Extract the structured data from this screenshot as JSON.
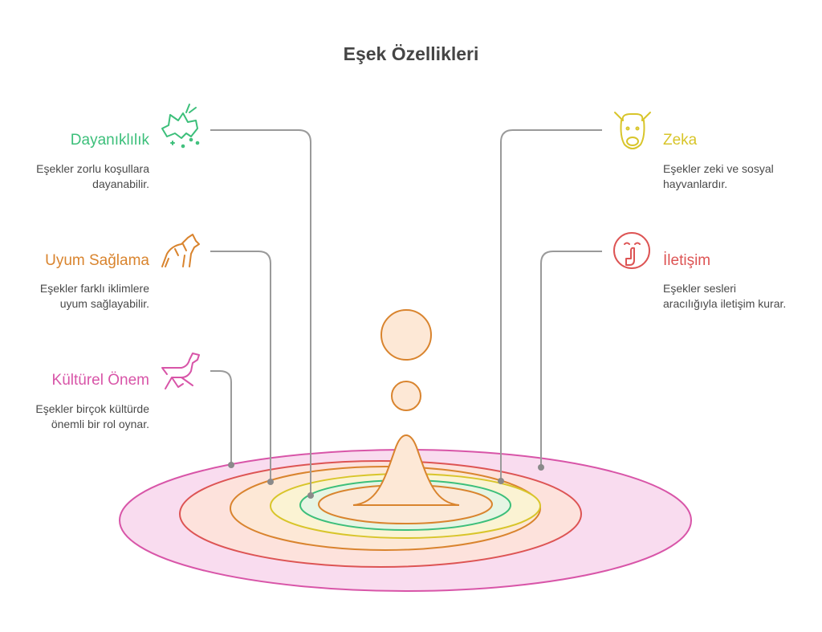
{
  "title": "Eşek Özellikleri",
  "colors": {
    "dayaniklilik": "#3cbf7a",
    "uyum": "#d9842e",
    "kulturel": "#d855a8",
    "zeka": "#d8c52a",
    "iletisim": "#dd5454",
    "connector": "#9a9a9a"
  },
  "items": [
    {
      "id": "dayaniklilik",
      "label": "Dayanıklılık",
      "desc1": "Eşekler zorlu koşullara",
      "desc2": "dayanabilir.",
      "icon": "donkey-kicking-icon"
    },
    {
      "id": "uyum",
      "label": "Uyum Sağlama",
      "desc1": "Eşekler farklı iklimlere",
      "desc2": "uyum sağlayabilir.",
      "icon": "wild-animal-icon"
    },
    {
      "id": "kulturel",
      "label": "Kültürel Önem",
      "desc1": "Eşekler birçok kültürde",
      "desc2": "önemli bir rol oynar.",
      "icon": "running-donkey-icon"
    },
    {
      "id": "zeka",
      "label": "Zeka",
      "desc1": "Eşekler zeki ve sosyal",
      "desc2": "hayvanlardır.",
      "icon": "donkey-head-icon"
    },
    {
      "id": "iletisim",
      "label": "İletişim",
      "desc1": "Eşekler sesleri",
      "desc2": "aracılığıyla iletişim kurar.",
      "icon": "shush-face-icon"
    }
  ]
}
